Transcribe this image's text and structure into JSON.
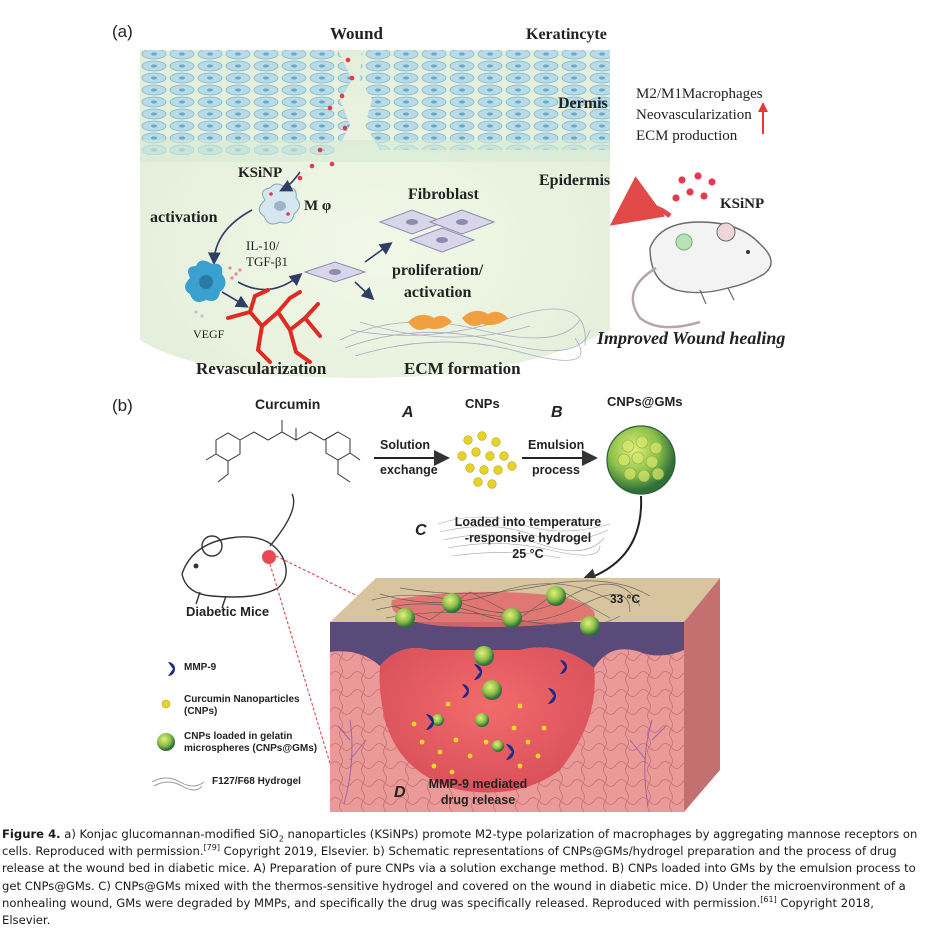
{
  "panel_a": {
    "label": "(a)",
    "wound": "Wound",
    "keratincyte": "Keratincyte",
    "dermis": "Dermis",
    "epidermis": "Epidermis",
    "effects": [
      "M2/M1Macrophages",
      "Neovascularization",
      "ECM production"
    ],
    "ksinp_left": "KSiNP",
    "m_phi": "M φ",
    "activation": "activation",
    "fibroblast": "Fibroblast",
    "il10": "IL-10/",
    "tgf": "TGF-β1",
    "proliferation": "proliferation/",
    "activation2": "activation",
    "vegf": "VEGF",
    "revascularization": "Revascularization",
    "ecm_formation": "ECM formation",
    "ksinp_right": "KSiNP",
    "improved": "Improved Wound healing",
    "colors": {
      "arrow_up": "#e53935",
      "dots": "#e53950",
      "vessel": "#e02a22",
      "cell_blue": "#3aa0cf"
    }
  },
  "panel_b": {
    "label": "(b)",
    "curcumin": "Curcumin",
    "step_a": "A",
    "solution": "Solution",
    "exchange": "exchange",
    "cnps": "CNPs",
    "step_b": "B",
    "emulsion": "Emulsion",
    "process": "process",
    "cnps_gms": "CNPs@GMs",
    "step_c": "C",
    "loaded1": "Loaded into temperature",
    "loaded2": "-responsive hydrogel",
    "temp25": "25 °C",
    "temp33": "33 °C",
    "diabetic_mice": "Diabetic Mice",
    "legend": [
      {
        "icon": "mmp9-icon",
        "text": "MMP-9"
      },
      {
        "icon": "cnp-icon",
        "text": "Curcumin Nanoparticles",
        "text2": "(CNPs)"
      },
      {
        "icon": "gm-icon",
        "text": "CNPs loaded in gelatin",
        "text2": "microspheres (CNPs@GMs)"
      },
      {
        "icon": "hydrogel-icon",
        "text": "F127/F68 Hydrogel"
      }
    ],
    "step_d": "D",
    "mmp_release1": "MMP-9 mediated",
    "mmp_release2": "drug release",
    "colors": {
      "mmp9": "#1c2a8a",
      "cnp": "#e6d22a",
      "gm": "#5a9c3a",
      "tissue": "#e87a80"
    }
  },
  "caption": {
    "label": "Figure 4.",
    "p1": " a) Konjac glucomannan-modified SiO",
    "sub1": "2",
    "p2": " nanoparticles (KSiNPs) promote M2-type polarization of macrophages by aggregating mannose receptors on cells. Reproduced with permission.",
    "ref1": "[79]",
    "p3": " Copyright 2019, Elsevier. b) Schematic representations of CNPs@GMs/hydrogel preparation and the process of drug release at the wound bed in diabetic mice. A) Preparation of pure CNPs via a solution exchange method. B) CNPs loaded into GMs by the emulsion process to get CNPs@GMs. C) CNPs@GMs mixed with the thermos-sensitive hydrogel and covered on the wound in diabetic mice. D) Under the microenvironment of a nonhealing wound, GMs were degraded by MMPs, and specifically the drug was specifically released. Reproduced with permission.",
    "ref2": "[61]",
    "p4": " Copyright 2018, Elsevier."
  }
}
